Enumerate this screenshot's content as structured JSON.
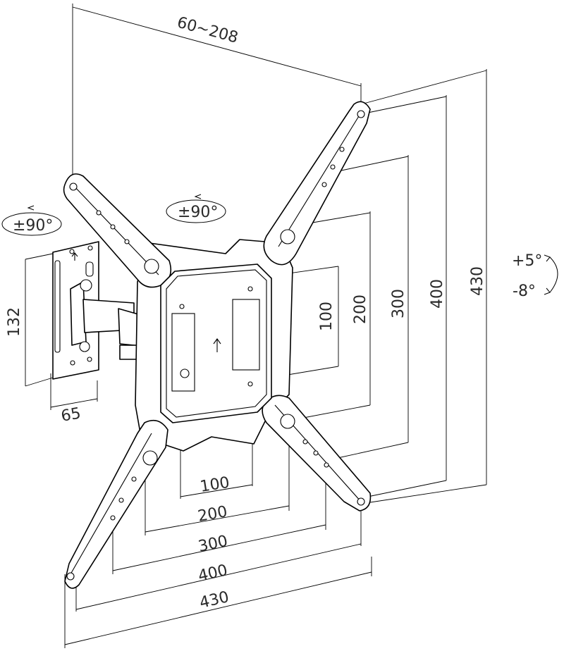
{
  "labels": {
    "depth": "60~208",
    "swivel_left": "±90°",
    "swivel_center": "±90°",
    "tilt_up": "+5°",
    "tilt_down": "-8°",
    "wall_plate_height": "132",
    "wall_plate_width": "65",
    "v100": "100",
    "v200": "200",
    "v300": "300",
    "v400": "400",
    "v430": "430",
    "h100": "100",
    "h200": "200",
    "h300": "300",
    "h400": "400",
    "h430": "430"
  },
  "colors": {
    "line": "#000000",
    "text": "#2a2a2a",
    "background": "#ffffff"
  },
  "icons": [
    "rotate-arrow-icon",
    "up-arrow-icon",
    "tilt-arc-icon"
  ]
}
